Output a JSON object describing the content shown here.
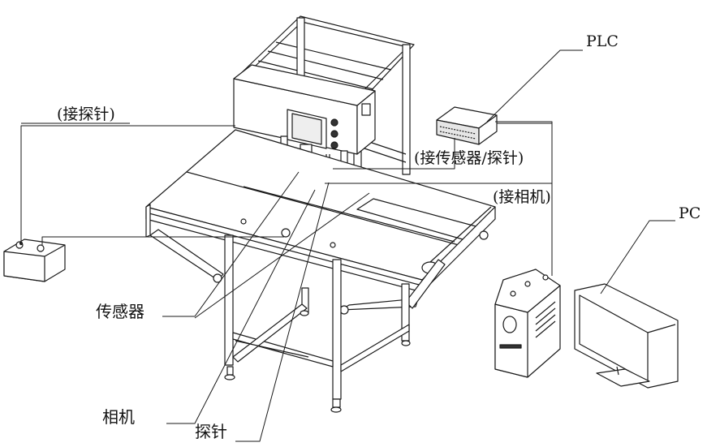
{
  "labels": {
    "plc": "PLC",
    "pc": "PC",
    "probe_connection": "(接探针)",
    "sensor_probe_connection": "(接传感器/探针)",
    "camera_connection": "(接相机)",
    "sensor": "传感器",
    "camera": "相机",
    "probe": "探针"
  },
  "colors": {
    "line": "#1a1a1a",
    "fill": "#ffffff",
    "shade": "#d9d9d9",
    "dark": "#333333"
  }
}
